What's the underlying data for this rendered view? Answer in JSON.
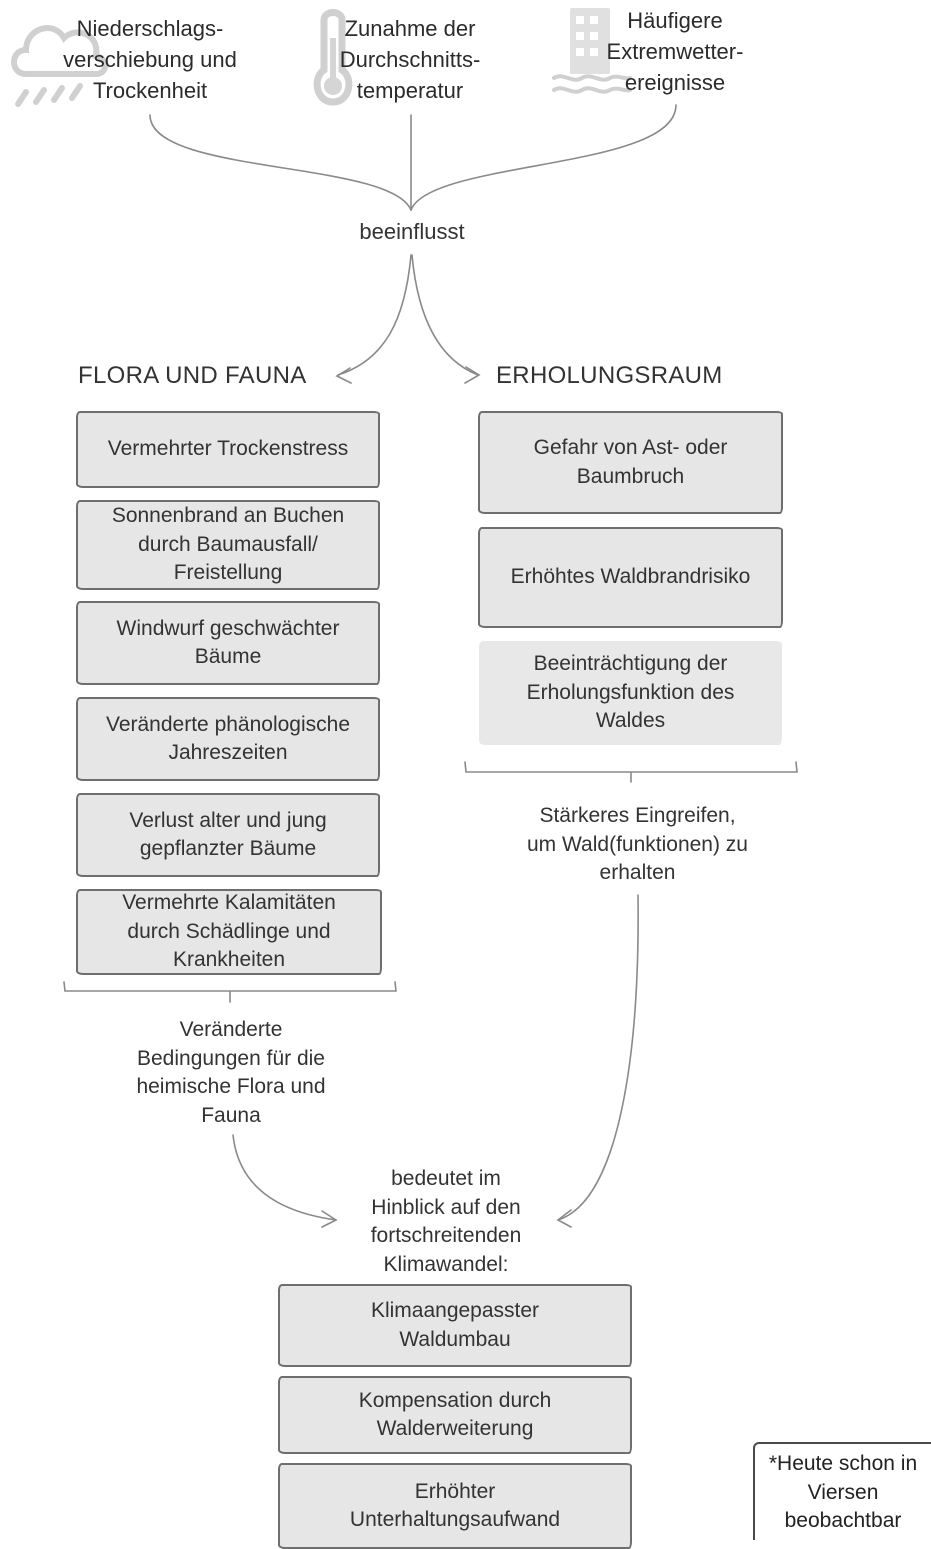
{
  "drivers": [
    {
      "label": "Niederschlags-\nverschiebung und\nTrockenheit",
      "icon": "rain-cloud-icon"
    },
    {
      "label": "Zunahme der\nDurchschnitts-\ntemperatur",
      "icon": "thermometer-icon"
    },
    {
      "label": "Häufigere\nExtremwetter-\nereignisse",
      "icon": "flooded-building-icon"
    }
  ],
  "connector_top": "beeinflusst",
  "sections": {
    "flora": {
      "heading": "FLORA UND FAUNA",
      "items": [
        "Vermehrter Trockenstress",
        "Sonnenbrand an Buchen\ndurch Baumausfall/\nFreistellung",
        "Windwurf geschwächter\nBäume",
        "Veränderte phänologische\nJahreszeiten",
        "Verlust alter und jung\ngepflanzter Bäume",
        "Vermehrte Kalamitäten\ndurch Schädlinge und\nKrankheiten"
      ],
      "summary": "Veränderte\nBedingungen für die\nheimische Flora und\nFauna"
    },
    "erholung": {
      "heading": "ERHOLUNGSRAUM",
      "items": [
        "Gefahr von Ast- oder\nBaumbruch",
        "Erhöhtes Waldbrandrisiko",
        "Beeinträchtigung der\nErholungsfunktion des\nWaldes"
      ],
      "summary": "Stärkeres Eingreifen,\num Wald(funktionen) zu\nerhalten"
    }
  },
  "connector_bottom": "bedeutet im\nHinblick auf den\nfortschreitenden\nKlimawandel:",
  "outcomes": [
    "Klimaangepasster\nWaldumbau",
    "Kompensation durch\nWalderweiterung",
    "Erhöhter\nUnterhaltungsaufwand"
  ],
  "footnote": "*Heute schon in\nViersen\nbeobachtbar"
}
